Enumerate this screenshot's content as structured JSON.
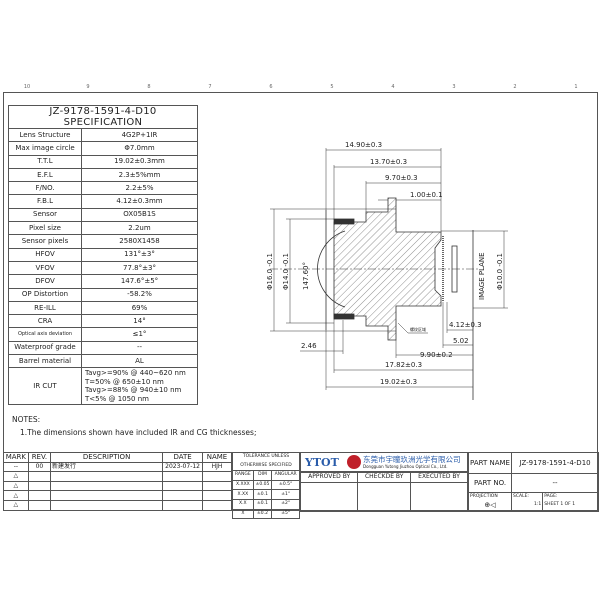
{
  "zones": [
    "10",
    "9",
    "8",
    "7",
    "6",
    "5",
    "4",
    "3",
    "2",
    "1"
  ],
  "spec": {
    "title": "JZ-9178-1591-4-D10  SPECIFICATION",
    "rows": [
      {
        "k": "Lens Structure",
        "v": "4G2P+1IR"
      },
      {
        "k": "Max image circle",
        "v": "Φ7.0mm"
      },
      {
        "k": "T.T.L",
        "v": "19.02±0.3mm"
      },
      {
        "k": "E.F.L",
        "v": "2.3±5%mm"
      },
      {
        "k": "F/NO.",
        "v": "2.2±5%"
      },
      {
        "k": "F.B.L",
        "v": "4.12±0.3mm"
      },
      {
        "k": "Sensor",
        "v": "OX05B1S"
      },
      {
        "k": "Pixel size",
        "v": "2.2um"
      },
      {
        "k": "Sensor pixels",
        "v": "2580X1458"
      },
      {
        "k": "HFOV",
        "v": "131°±3°"
      },
      {
        "k": "VFOV",
        "v": "77.8°±3°"
      },
      {
        "k": "DFOV",
        "v": "147.6°±5°"
      },
      {
        "k": "OP Distortion",
        "v": "-58.2%"
      },
      {
        "k": "RE-ILL",
        "v": "69%"
      },
      {
        "k": "CRA",
        "v": "14°"
      },
      {
        "k": "Optical axis deviation",
        "v": "≤1°"
      },
      {
        "k": "Waterproof grade",
        "v": "--"
      },
      {
        "k": "Barrel material",
        "v": "AL"
      }
    ],
    "ir_label": "IR CUT",
    "ir_lines": [
      "Tavg>=90%  @  440~620  nm",
      "T=50%        @  650±10  nm",
      "Tavg>=88%  @  940±10  nm",
      "T<5%          @  1050  nm"
    ]
  },
  "drawing": {
    "dims": {
      "d1": "14.90±0.3",
      "d2": "13.70±0.3",
      "d3": "9.70±0.3",
      "d4": "1.00±0.1",
      "d5": "4.12±0.3",
      "d6": "5.02",
      "d7": "9.90±0.2",
      "d8": "17.82±0.3",
      "d9": "19.02±0.3",
      "d10": "2.46",
      "dia16": "Φ16.0 -0.1",
      "dia14": "Φ14.0 -0.1",
      "dia10": "Φ10.0 -0.1",
      "angle": "147.60°"
    },
    "image_plane": "IMAGE PLANE",
    "callout": "螺纹区域"
  },
  "notes": {
    "title": "NOTES:",
    "items": [
      "1.The dimensions shown have included IR and CG thicknesses;"
    ]
  },
  "revisions": {
    "headers": [
      "MARK",
      "REV.",
      "DESCRIPTION",
      "DATE",
      "NAME"
    ],
    "rows": [
      [
        "--",
        "00",
        "新建发行",
        "2023-07-12",
        "HJH"
      ],
      [
        "△",
        "",
        "",
        "",
        ""
      ],
      [
        "△",
        "",
        "",
        "",
        ""
      ],
      [
        "△",
        "",
        "",
        "",
        ""
      ],
      [
        "△",
        "",
        "",
        "",
        ""
      ]
    ]
  },
  "tolerance": {
    "title1": "TOLERANCE UNLESS",
    "title2": "OTHERWISE SPECIFIED",
    "headers": [
      "RANGE",
      "DIM",
      "ANGULAR"
    ],
    "rows": [
      [
        "X.XXX",
        "±0.05",
        "±0.5°"
      ],
      [
        "X.XX",
        "±0.1",
        "±1°"
      ],
      [
        "X.X",
        "±0.1",
        "±2°"
      ],
      [
        "X",
        "±0.2",
        "±5°"
      ]
    ]
  },
  "company": {
    "logo": "YTOT",
    "cn": "东莞市宇瞳玖洲光学有限公司",
    "en": "Dongguan Yutong Jiuzhou Optical Co., Ltd.",
    "approved": "APPROVED BY",
    "checked": "CHECKDE BY",
    "executed": "EXECUTED BY"
  },
  "part": {
    "name_label": "PART NAME",
    "name": "JZ-9178-1591-4-D10",
    "no_label": "PART NO.",
    "no": "--",
    "projection": "PROJECTION",
    "scale_label": "SCALE:",
    "scale": "1:1",
    "page_label": "PAGE:",
    "page": "SHEET 1 OF 1"
  }
}
